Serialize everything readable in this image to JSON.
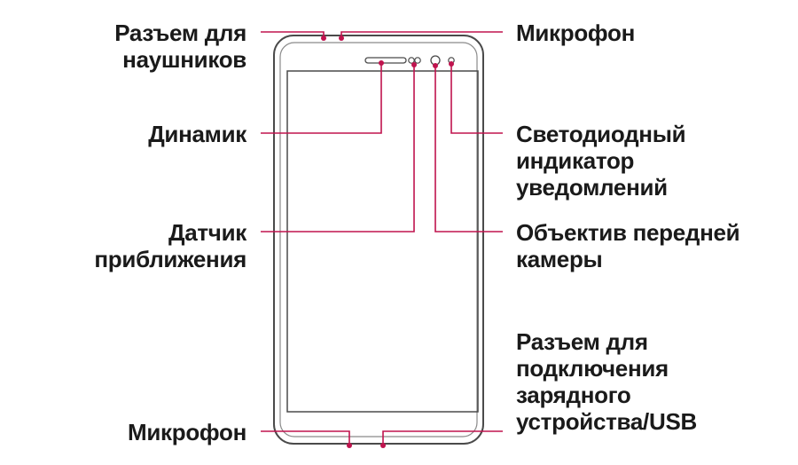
{
  "colors": {
    "callout": "#c0134e",
    "outline": "#4a4a4a",
    "text": "#1a1a1a"
  },
  "labels": {
    "headphone_jack": [
      "Разъем для",
      "наушников"
    ],
    "speaker": [
      "Динамик"
    ],
    "proximity_sensor": [
      "Датчик",
      "приближения"
    ],
    "microphone_bottom": [
      "Микрофон"
    ],
    "microphone_top": [
      "Микрофон"
    ],
    "led_indicator": [
      "Светодиодный",
      "индикатор",
      "уведомлений"
    ],
    "front_camera": [
      "Объектив передней",
      "камеры"
    ],
    "charger_usb_port": [
      "Разъем для",
      "подключения",
      "зарядного",
      "устройства/USB"
    ]
  }
}
